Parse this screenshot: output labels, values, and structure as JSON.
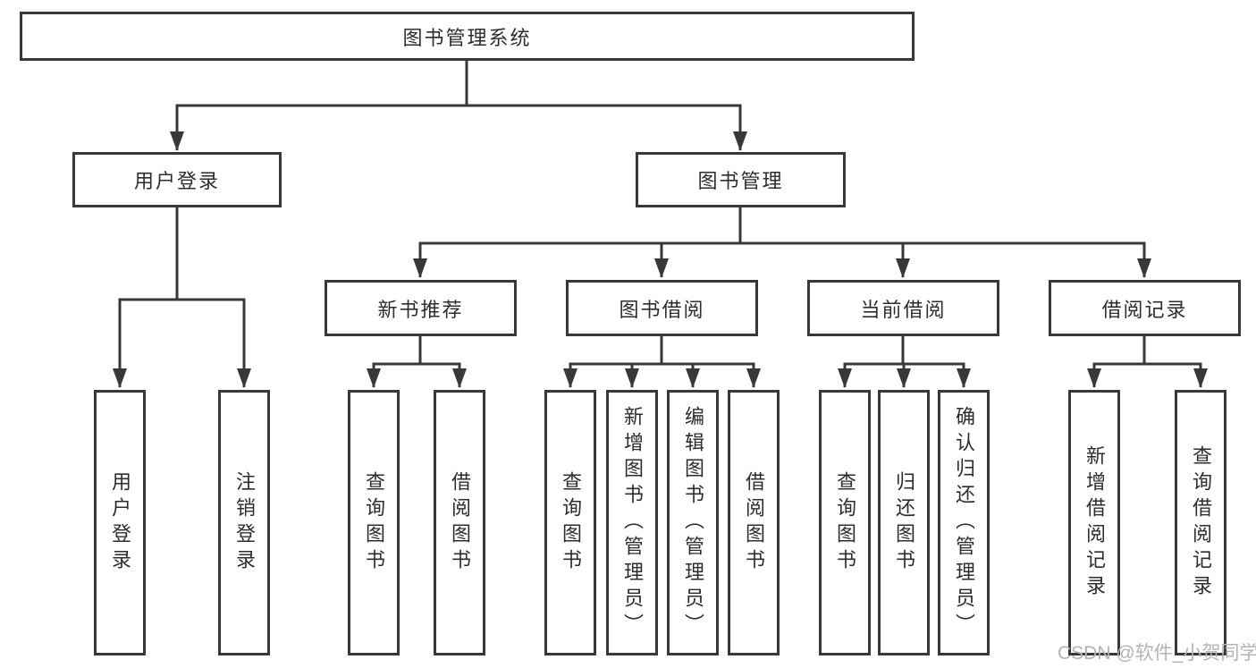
{
  "tree": {
    "root": {
      "label": "图书管理系统"
    },
    "level2": [
      {
        "label": "用户登录"
      },
      {
        "label": "图书管理"
      }
    ],
    "level3": [
      {
        "label": "新书推荐"
      },
      {
        "label": "图书借阅"
      },
      {
        "label": "当前借阅"
      },
      {
        "label": "借阅记录"
      }
    ],
    "leaves": {
      "user_login": [
        "用户登录",
        "注销登录"
      ],
      "new_book_recommendation": [
        "查询图书",
        "借阅图书"
      ],
      "book_borrowing": [
        "查询图书",
        "新增图书（管理员）",
        "编辑图书（管理员）",
        "借阅图书"
      ],
      "current_borrowing": [
        "查询图书",
        "归还图书",
        "确认归还（管理员）"
      ],
      "borrowing_records": [
        "新增借阅记录",
        "查询借阅记录"
      ]
    }
  },
  "watermark": {
    "text": "CSDN @软件_小贺同学"
  },
  "colors": {
    "line": "#383838",
    "text": "#2d2d2d",
    "watermark": "#b3b3b3",
    "background": "#ffffff"
  }
}
